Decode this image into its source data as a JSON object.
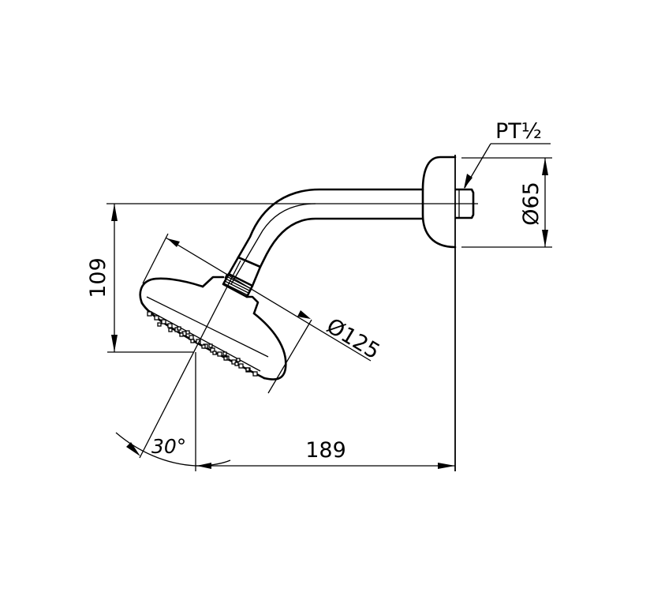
{
  "drawing": {
    "subject": "Wall-mounted shower head with arm",
    "line_color": "#000000",
    "background": "#ffffff"
  },
  "dimensions": {
    "thread": {
      "label": "PT½",
      "target": "inlet thread on wall flange"
    },
    "flange_diameter": {
      "label": "Ø65",
      "value": 65,
      "orientation": "vertical"
    },
    "head_diameter": {
      "label": "Ø125",
      "value": 125,
      "orientation": "angled"
    },
    "height_drop": {
      "label": "109",
      "value": 109,
      "orientation": "vertical"
    },
    "projection": {
      "label": "189",
      "value": 189,
      "orientation": "horizontal"
    },
    "tilt_angle": {
      "label": "30°",
      "value": 30,
      "unit": "degrees"
    }
  }
}
